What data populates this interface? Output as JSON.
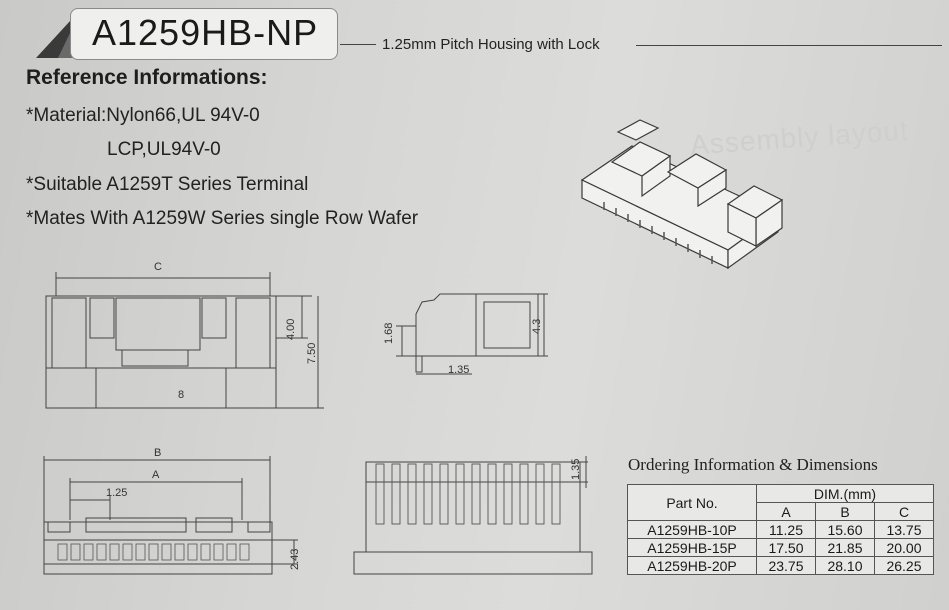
{
  "header": {
    "part_title": "A1259HB-NP",
    "subtitle": "1.25mm Pitch Housing with Lock"
  },
  "reference": {
    "heading": "Reference Informations:",
    "lines": [
      "*Material:Nylon66,UL 94V-0",
      "LCP,UL94V-0",
      "*Suitable A1259T Series Terminal",
      "*Mates With A1259W Series single Row Wafer"
    ]
  },
  "watermark": "Assembly layout",
  "drawings": {
    "front": {
      "c": "C",
      "d400": "4.00",
      "d750": "7.50",
      "d8": "8"
    },
    "side": {
      "d168": "1.68",
      "d43": "4.3",
      "d135": "1.35"
    },
    "bottom": {
      "b": "B",
      "a": "A",
      "d125": "1.25",
      "d243": "2.43"
    },
    "top": {
      "d135": "1.35"
    }
  },
  "table": {
    "title": "Ordering Information & Dimensions",
    "part_header": "Part No.",
    "dim_header": "DIM.(mm)",
    "cols": [
      "A",
      "B",
      "C"
    ],
    "rows": [
      {
        "part": "A1259HB-10P",
        "a": "11.25",
        "b": "15.60",
        "c": "13.75"
      },
      {
        "part": "A1259HB-15P",
        "a": "17.50",
        "b": "21.85",
        "c": "20.00"
      },
      {
        "part": "A1259HB-20P",
        "a": "23.75",
        "b": "28.10",
        "c": "26.25"
      }
    ]
  }
}
